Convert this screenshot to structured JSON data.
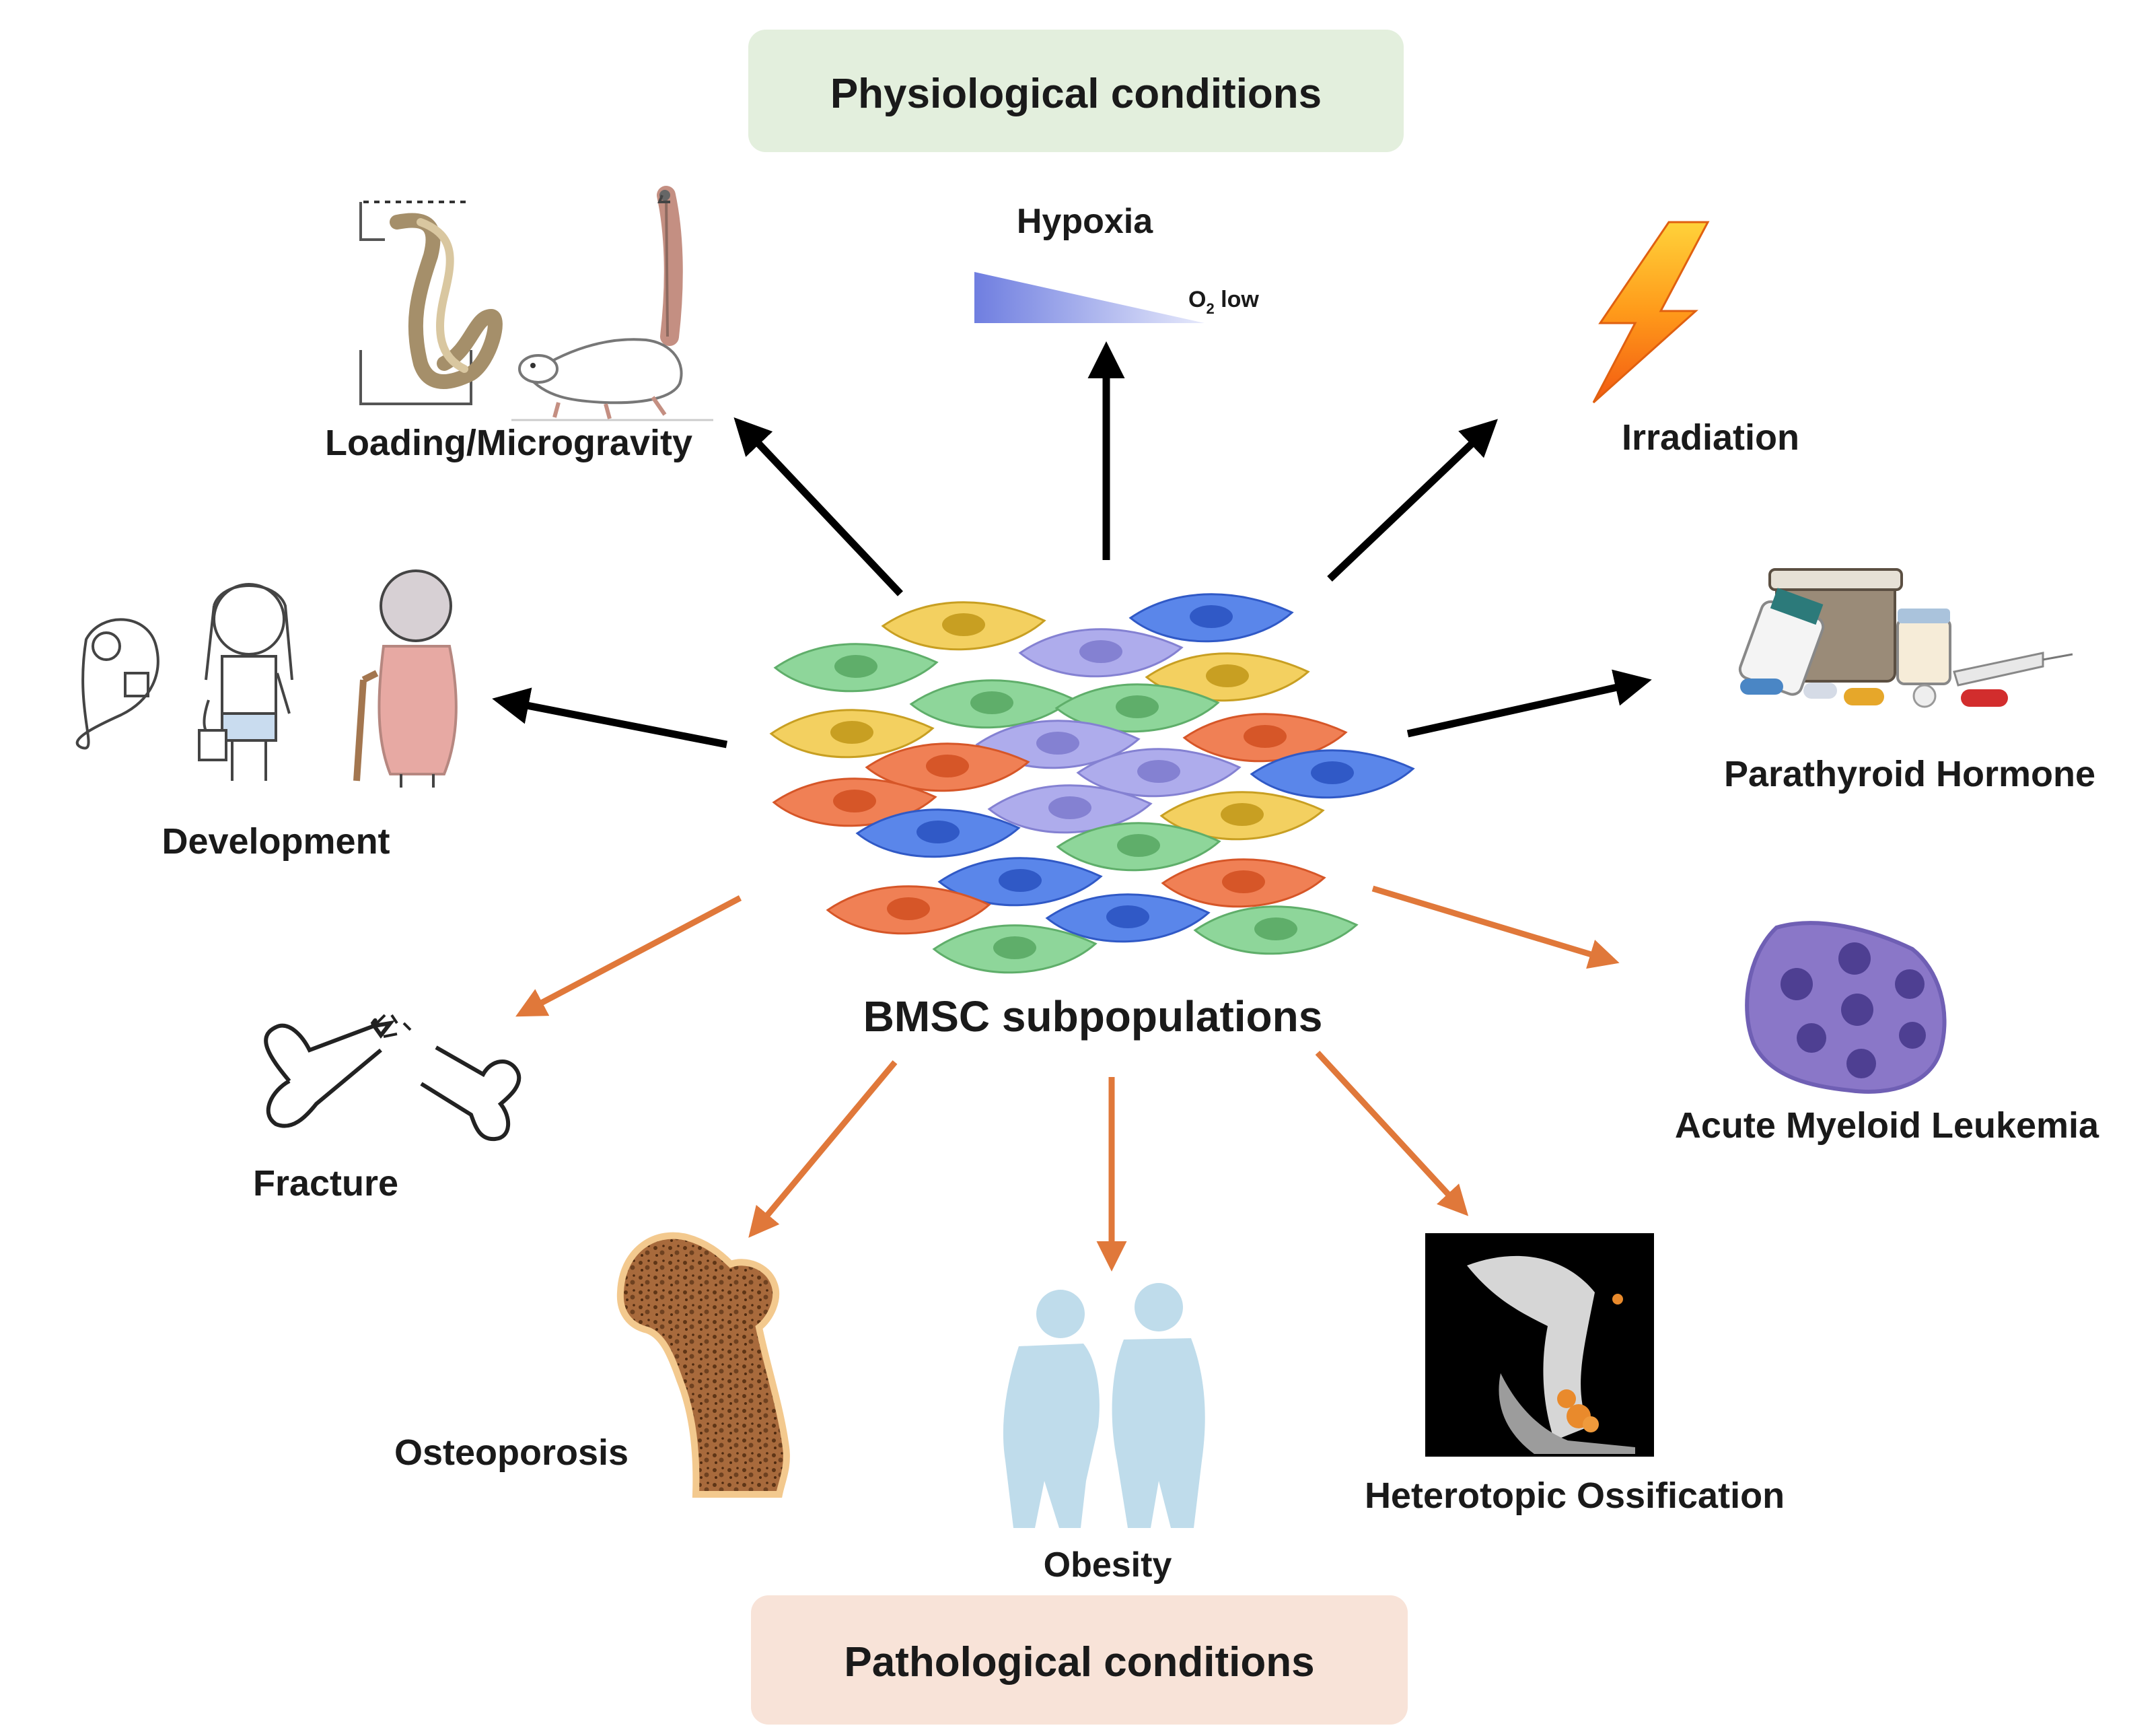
{
  "header_box": {
    "label": "Physiological conditions",
    "fill": "#e3efdd"
  },
  "footer_box": {
    "label": "Pathological conditions",
    "fill": "#f8e3d8"
  },
  "center": {
    "label": "BMSC subpopulations"
  },
  "colors": {
    "physiological_arrow": "#000000",
    "pathological_arrow": "#e0783a",
    "cell_green": "#8ed69a",
    "cell_yellow": "#f3d060",
    "cell_purple": "#aeacec",
    "cell_blue": "#5a86ea",
    "cell_orange": "#f08055"
  },
  "physiological": {
    "loading": {
      "label": "Loading/Microgravity",
      "icon": "rat-tail-suspension-icon"
    },
    "hypoxia": {
      "label": "Hypoxia",
      "gradient_label": "O",
      "gradient_sub": "2",
      "gradient_suffix": " low",
      "icon": "oxygen-gradient-icon"
    },
    "irradiation": {
      "label": "Irradiation",
      "icon": "lightning-bolt-icon"
    },
    "development": {
      "label": "Development",
      "icon": "life-stages-icon"
    },
    "pth": {
      "label": "Parathyroid Hormone",
      "icon": "medicine-bottles-icon"
    }
  },
  "pathological": {
    "fracture": {
      "label": "Fracture",
      "icon": "broken-bone-icon"
    },
    "aml": {
      "label": "Acute Myeloid Leukemia",
      "icon": "leukemia-cell-cluster-icon"
    },
    "osteoporosis": {
      "label": "Osteoporosis",
      "icon": "porous-femur-icon"
    },
    "obesity": {
      "label": "Obesity",
      "icon": "obese-silhouettes-icon"
    },
    "ho": {
      "label": "Heterotopic Ossification",
      "icon": "ct-bone-scan-icon"
    }
  }
}
